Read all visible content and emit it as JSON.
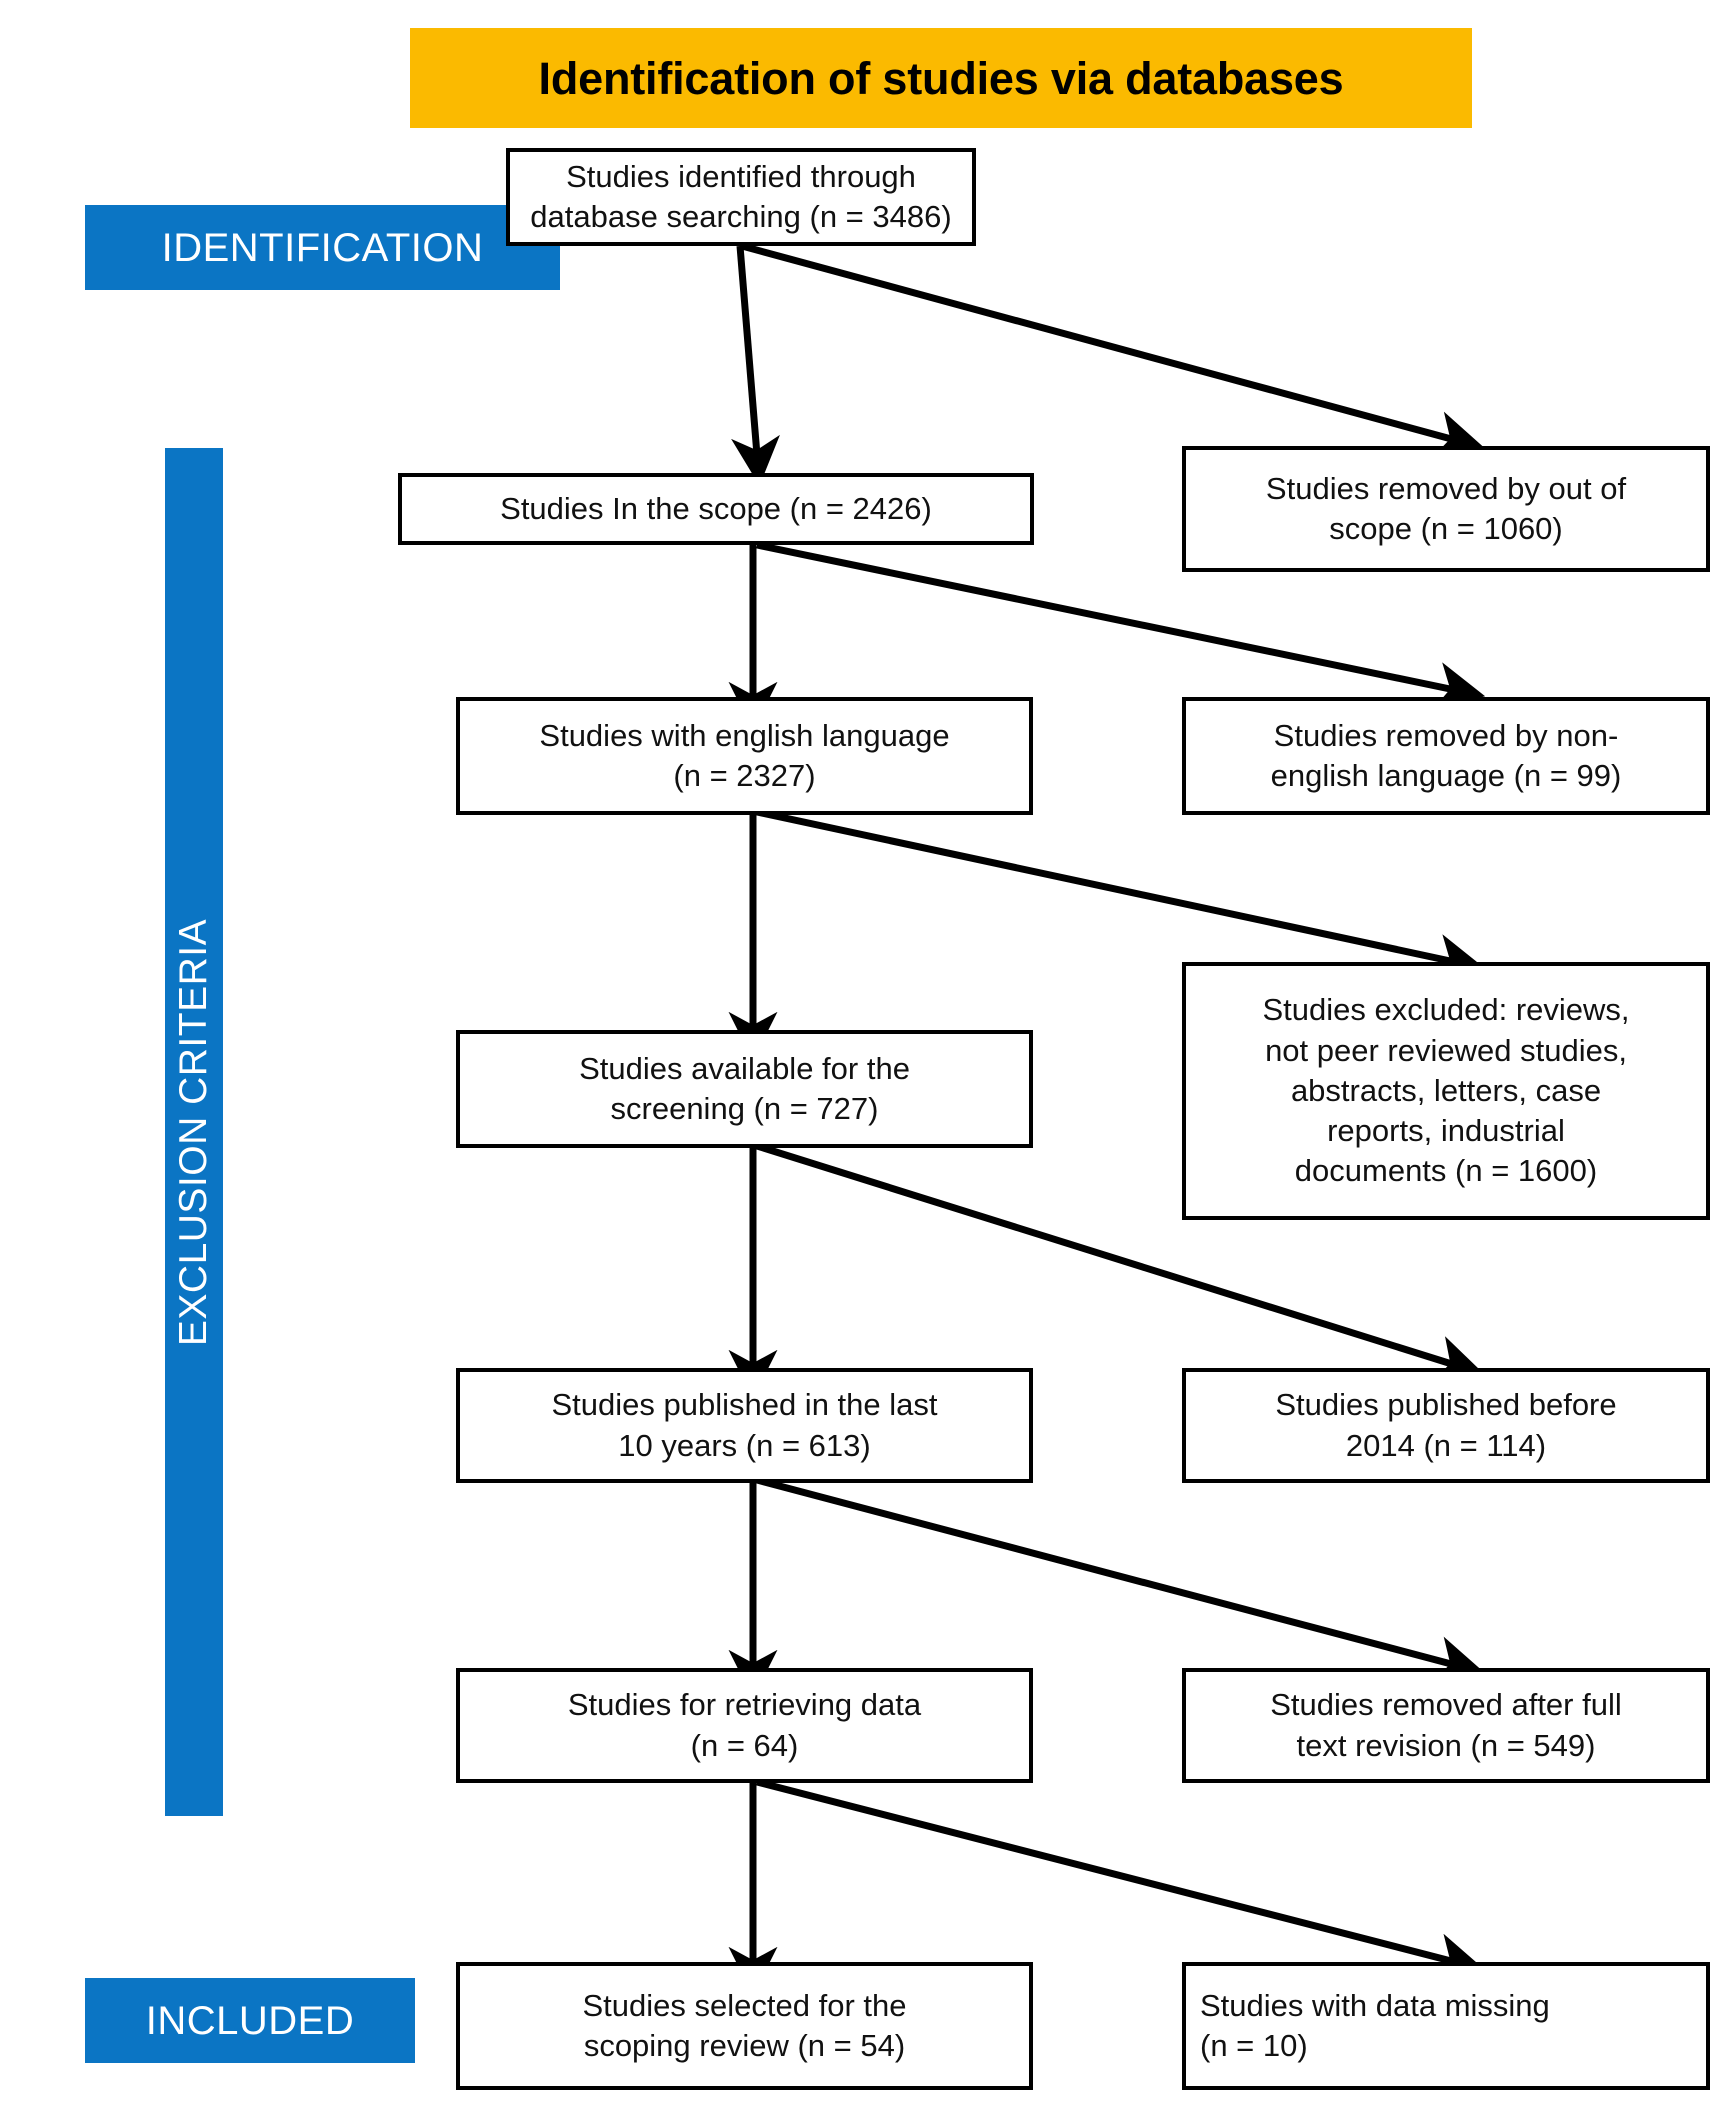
{
  "title": {
    "text": "Identification of studies via databases",
    "background": "#FBBA00",
    "color": "#000000"
  },
  "stages": {
    "identification": {
      "label": "IDENTIFICATION",
      "background": "#0B75C4",
      "color": "#FFFFFF"
    },
    "exclusion": {
      "label": "EXCLUSION CRITERIA",
      "background": "#0B75C4",
      "color": "#FFFFFF"
    },
    "included": {
      "label": "INCLUDED",
      "background": "#0B75C4",
      "color": "#FFFFFF"
    }
  },
  "boxes": {
    "identified": "Studies identified through\ndatabase searching (n = 3486)",
    "in_scope": "Studies In the scope (n = 2426)",
    "removed_scope": "Studies removed by out of\nscope (n = 1060)",
    "english": "Studies with english language\n(n = 2327)",
    "removed_language": "Studies removed by non-\nenglish language (n = 99)",
    "screening": "Studies available for the\nscreening (n = 727)",
    "excluded_types": "Studies excluded: reviews,\nnot peer reviewed studies,\nabstracts, letters, case\nreports,  industrial\ndocuments (n = 1600)",
    "last10": "Studies published in the last\n10 years (n = 613)",
    "before2014": "Studies published before\n2014 (n = 114)",
    "retrieving": "Studies for retrieving data\n(n = 64)",
    "removed_fulltext": "Studies removed after full\ntext revision (n = 549)",
    "selected": "Studies selected for the\nscoping review (n = 54)",
    "data_missing": "Studies with data missing\n(n = 10)"
  },
  "chart_data": {
    "type": "diagram",
    "title": "Identification of studies via databases",
    "nodes": [
      {
        "id": "identified",
        "label": "Studies identified through database searching",
        "n": 3486,
        "stage": "IDENTIFICATION",
        "column": "main"
      },
      {
        "id": "in_scope",
        "label": "Studies In the scope",
        "n": 2426,
        "stage": "EXCLUSION CRITERIA",
        "column": "main"
      },
      {
        "id": "removed_scope",
        "label": "Studies removed by out of scope",
        "n": 1060,
        "stage": "EXCLUSION CRITERIA",
        "column": "excluded"
      },
      {
        "id": "english",
        "label": "Studies with english language",
        "n": 2327,
        "stage": "EXCLUSION CRITERIA",
        "column": "main"
      },
      {
        "id": "removed_language",
        "label": "Studies removed by non-english language",
        "n": 99,
        "stage": "EXCLUSION CRITERIA",
        "column": "excluded"
      },
      {
        "id": "screening",
        "label": "Studies available for the screening",
        "n": 727,
        "stage": "EXCLUSION CRITERIA",
        "column": "main"
      },
      {
        "id": "excluded_types",
        "label": "Studies excluded: reviews, not peer reviewed studies, abstracts, letters, case reports, industrial documents",
        "n": 1600,
        "stage": "EXCLUSION CRITERIA",
        "column": "excluded"
      },
      {
        "id": "last10",
        "label": "Studies published in the last 10 years",
        "n": 613,
        "stage": "EXCLUSION CRITERIA",
        "column": "main"
      },
      {
        "id": "before2014",
        "label": "Studies published before 2014",
        "n": 114,
        "stage": "EXCLUSION CRITERIA",
        "column": "excluded"
      },
      {
        "id": "retrieving",
        "label": "Studies for retrieving data",
        "n": 64,
        "stage": "EXCLUSION CRITERIA",
        "column": "main"
      },
      {
        "id": "removed_fulltext",
        "label": "Studies removed after full text revision",
        "n": 549,
        "stage": "EXCLUSION CRITERIA",
        "column": "excluded"
      },
      {
        "id": "selected",
        "label": "Studies selected for the scoping review",
        "n": 54,
        "stage": "INCLUDED",
        "column": "main"
      },
      {
        "id": "data_missing",
        "label": "Studies with data missing",
        "n": 10,
        "stage": "INCLUDED",
        "column": "excluded"
      }
    ],
    "edges": [
      {
        "from": "identified",
        "to": "in_scope",
        "kind": "include"
      },
      {
        "from": "identified",
        "to": "removed_scope",
        "kind": "exclude"
      },
      {
        "from": "in_scope",
        "to": "english",
        "kind": "include"
      },
      {
        "from": "in_scope",
        "to": "removed_language",
        "kind": "exclude"
      },
      {
        "from": "english",
        "to": "screening",
        "kind": "include"
      },
      {
        "from": "english",
        "to": "excluded_types",
        "kind": "exclude"
      },
      {
        "from": "screening",
        "to": "last10",
        "kind": "include"
      },
      {
        "from": "screening",
        "to": "before2014",
        "kind": "exclude"
      },
      {
        "from": "last10",
        "to": "retrieving",
        "kind": "include"
      },
      {
        "from": "last10",
        "to": "removed_fulltext",
        "kind": "exclude"
      },
      {
        "from": "retrieving",
        "to": "selected",
        "kind": "include"
      },
      {
        "from": "retrieving",
        "to": "data_missing",
        "kind": "exclude"
      }
    ]
  }
}
